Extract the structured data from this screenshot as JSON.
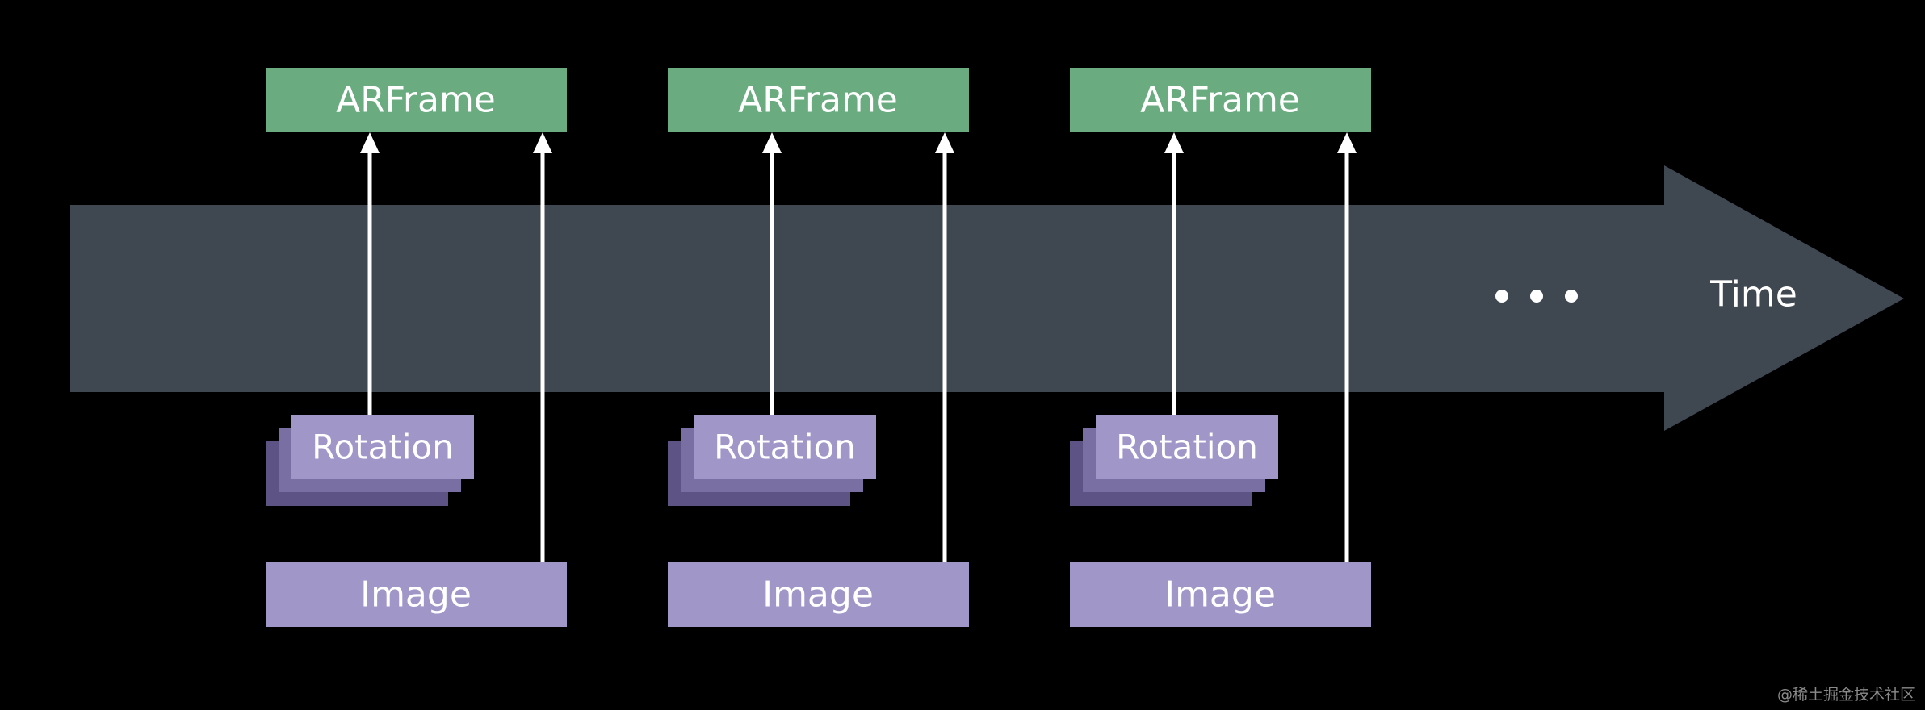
{
  "timeline": {
    "label": "Time",
    "ellipsis": "• • •"
  },
  "frames": [
    {
      "frame_label": "ARFrame",
      "rotation_label": "Rotation",
      "image_label": "Image"
    },
    {
      "frame_label": "ARFrame",
      "rotation_label": "Rotation",
      "image_label": "Image"
    },
    {
      "frame_label": "ARFrame",
      "rotation_label": "Rotation",
      "image_label": "Image"
    }
  ],
  "watermark": "@稀土掘金技术社区",
  "colors": {
    "background": "#000000",
    "timeline_arrow": "#3f4751",
    "arframe_box": "#6aab80",
    "image_box": "#a196c8",
    "rotation_front": "#a196c8",
    "rotation_middle": "#7a6fa3",
    "rotation_back": "#5d5485",
    "arrow_line": "#ffffff",
    "text": "#ffffff"
  }
}
